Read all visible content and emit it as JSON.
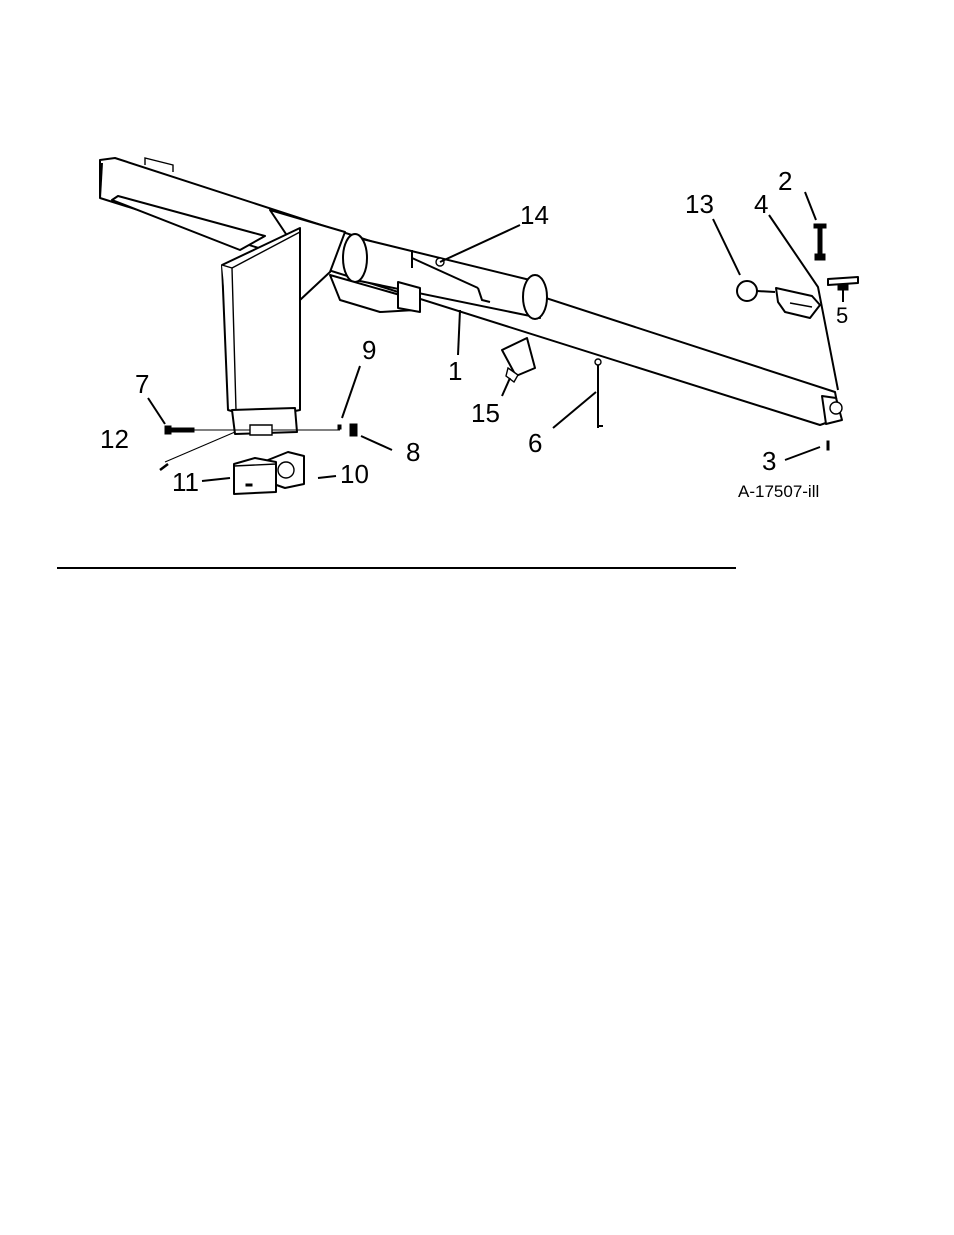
{
  "diagram": {
    "reference_id": "A-17507-ill",
    "callouts": [
      {
        "id": "callout-1",
        "label": "1"
      },
      {
        "id": "callout-2",
        "label": "2"
      },
      {
        "id": "callout-3",
        "label": "3"
      },
      {
        "id": "callout-4",
        "label": "4"
      },
      {
        "id": "callout-5",
        "label": "5"
      },
      {
        "id": "callout-6",
        "label": "6"
      },
      {
        "id": "callout-7",
        "label": "7"
      },
      {
        "id": "callout-8",
        "label": "8"
      },
      {
        "id": "callout-9",
        "label": "9"
      },
      {
        "id": "callout-10",
        "label": "10"
      },
      {
        "id": "callout-11",
        "label": "11"
      },
      {
        "id": "callout-12",
        "label": "12"
      },
      {
        "id": "callout-13",
        "label": "13"
      },
      {
        "id": "callout-14",
        "label": "14"
      },
      {
        "id": "callout-15",
        "label": "15"
      }
    ]
  }
}
